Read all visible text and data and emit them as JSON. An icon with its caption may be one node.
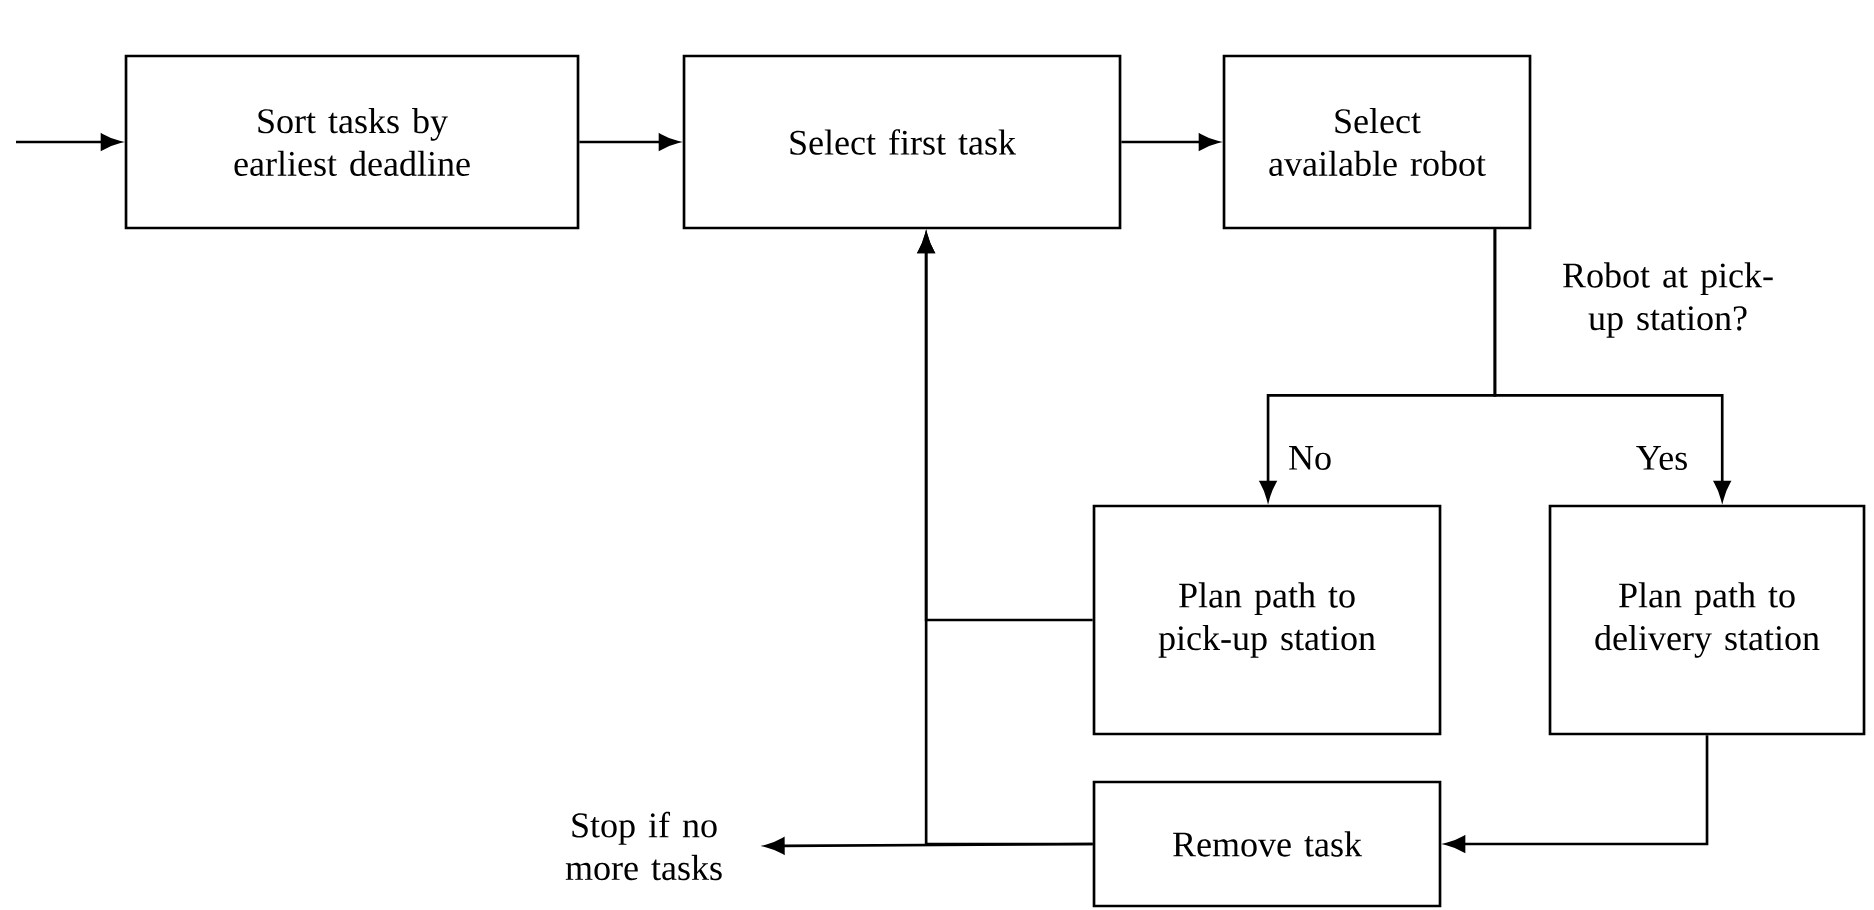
{
  "diagram": {
    "nodes": [
      {
        "text": [
          "Sort tasks by earliest deadline"
        ]
      },
      {
        "text": [
          "Select first task"
        ]
      },
      {
        "text": [
          "Select available robot"
        ]
      },
      {
        "text": [
          "Plan path to pick-up station"
        ]
      },
      {
        "text": [
          "Plan path to delivery station"
        ]
      },
      {
        "text": [
          "Remove task"
        ]
      },
      {
        "text": [
          "Stop if no more tasks"
        ]
      }
    ],
    "edges": [
      {
        "from": null,
        "to": 0,
        "arrow": "to"
      },
      {
        "from": 0,
        "to": 1,
        "arrow": "to"
      },
      {
        "from": 1,
        "to": 2,
        "arrow": "to"
      },
      {
        "from": 2,
        "to": 3,
        "arrow": "to",
        "label": "No"
      },
      {
        "from": 2,
        "to": 4,
        "arrow": "to",
        "label": "Yes"
      },
      {
        "from": 3,
        "to": 1,
        "arrow": "to"
      },
      {
        "from": 4,
        "to": 5,
        "arrow": "to"
      },
      {
        "from": 5,
        "to": 1,
        "arrow": "to"
      },
      {
        "from": 5,
        "to": 6,
        "arrow": "to"
      }
    ],
    "labels": [
      "Robot at pick-up station?"
    ]
  }
}
